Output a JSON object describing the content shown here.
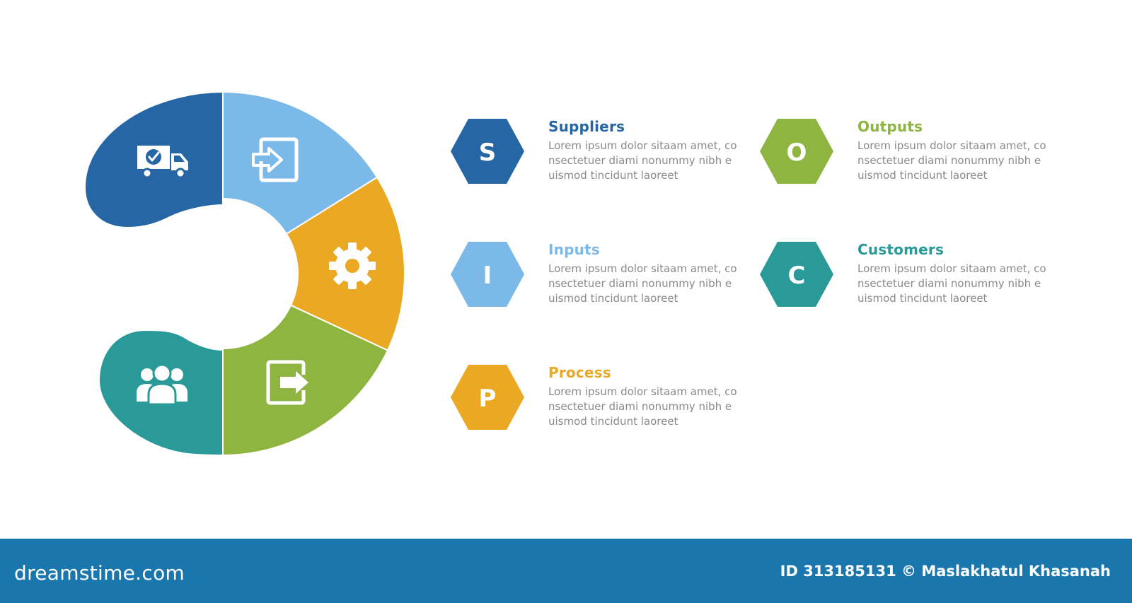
{
  "colors": {
    "suppliers": "#2766a5",
    "inputs": "#7bb9e8",
    "process": "#eba823",
    "outputs": "#8db53f",
    "customers": "#2a9a99",
    "footer": "#1a77ad"
  },
  "segments": [
    {
      "key": "suppliers",
      "icon": "delivery-truck-icon"
    },
    {
      "key": "inputs",
      "icon": "enter-document-icon"
    },
    {
      "key": "process",
      "icon": "gear-icon"
    },
    {
      "key": "outputs",
      "icon": "exit-document-icon"
    },
    {
      "key": "customers",
      "icon": "people-group-icon"
    }
  ],
  "items": [
    {
      "key": "suppliers",
      "letter": "S",
      "title": "Suppliers",
      "desc": "Lorem ipsum dolor sitaam amet, co\nnsectetuer diami nonummy  nibh e\nuismod tincidunt laoreet"
    },
    {
      "key": "inputs",
      "letter": "I",
      "title": "Inputs",
      "desc": "Lorem ipsum dolor sitaam amet, co\nnsectetuer diami nonummy  nibh e\nuismod tincidunt laoreet"
    },
    {
      "key": "process",
      "letter": "P",
      "title": "Process",
      "desc": "Lorem ipsum dolor sitaam amet, co\nnsectetuer diami nonummy  nibh e\nuismod tincidunt laoreet"
    },
    {
      "key": "outputs",
      "letter": "O",
      "title": "Outputs",
      "desc": "Lorem ipsum dolor sitaam amet, co\nnsectetuer diami nonummy  nibh e\nuismod tincidunt laoreet"
    },
    {
      "key": "customers",
      "letter": "C",
      "title": "Customers",
      "desc": "Lorem ipsum dolor sitaam amet, co\nnsectetuer diami nonummy  nibh e\nuismod tincidunt laoreet"
    }
  ],
  "footer": {
    "logo_text": "dreamstime.com",
    "credit": "ID 313185131 © Maslakhatul Khasanah"
  }
}
